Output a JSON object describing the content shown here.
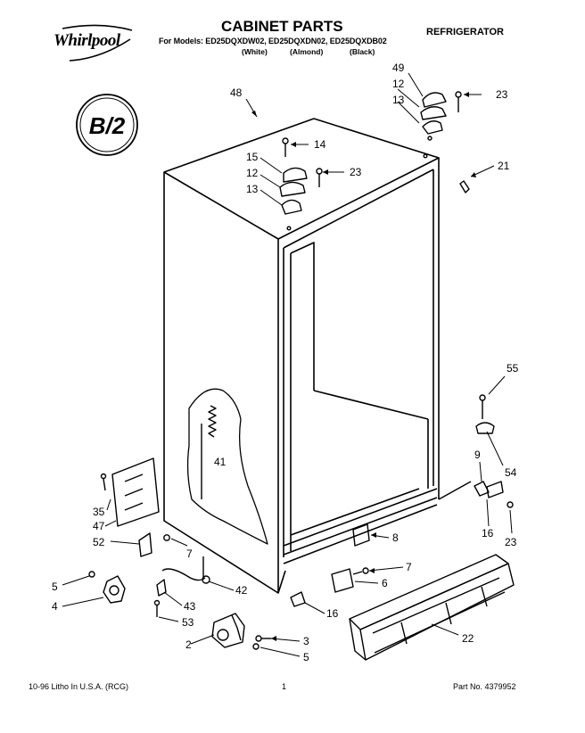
{
  "header": {
    "brand": "Whirlpool",
    "title": "CABINET PARTS",
    "category": "REFRIGERATOR",
    "models_line": "For Models: ED25DQXDW02, ED25DQXDN02, ED25DQXDB02",
    "color_labels": [
      "(White)",
      "(Almond)",
      "(Black)"
    ],
    "stamp": "B/2"
  },
  "callouts": [
    {
      "id": "c48a",
      "label": "48"
    },
    {
      "id": "c49",
      "label": "49"
    },
    {
      "id": "c12a",
      "label": "12"
    },
    {
      "id": "c13a",
      "label": "13"
    },
    {
      "id": "c23a",
      "label": "23"
    },
    {
      "id": "c14",
      "label": "14"
    },
    {
      "id": "c15",
      "label": "15"
    },
    {
      "id": "c12b",
      "label": "12"
    },
    {
      "id": "c13b",
      "label": "13"
    },
    {
      "id": "c23b",
      "label": "23"
    },
    {
      "id": "c21",
      "label": "21"
    },
    {
      "id": "c55",
      "label": "55"
    },
    {
      "id": "c41",
      "label": "41"
    },
    {
      "id": "c54",
      "label": "54"
    },
    {
      "id": "c9",
      "label": "9"
    },
    {
      "id": "c35",
      "label": "35"
    },
    {
      "id": "c47",
      "label": "47"
    },
    {
      "id": "c16a",
      "label": "16"
    },
    {
      "id": "c23c",
      "label": "23"
    },
    {
      "id": "c52",
      "label": "52"
    },
    {
      "id": "c8",
      "label": "8"
    },
    {
      "id": "c7a",
      "label": "7"
    },
    {
      "id": "c7b",
      "label": "7"
    },
    {
      "id": "c5a",
      "label": "5"
    },
    {
      "id": "c6",
      "label": "6"
    },
    {
      "id": "c42",
      "label": "42"
    },
    {
      "id": "c4",
      "label": "4"
    },
    {
      "id": "c43",
      "label": "43"
    },
    {
      "id": "c16b",
      "label": "16"
    },
    {
      "id": "c53",
      "label": "53"
    },
    {
      "id": "c22",
      "label": "22"
    },
    {
      "id": "c3",
      "label": "3"
    },
    {
      "id": "c2",
      "label": "2"
    },
    {
      "id": "c5b",
      "label": "5"
    }
  ],
  "footer": {
    "left": "10-96 Litho In U.S.A. (RCG)",
    "center": "1",
    "right": "Part No. 4379952"
  }
}
